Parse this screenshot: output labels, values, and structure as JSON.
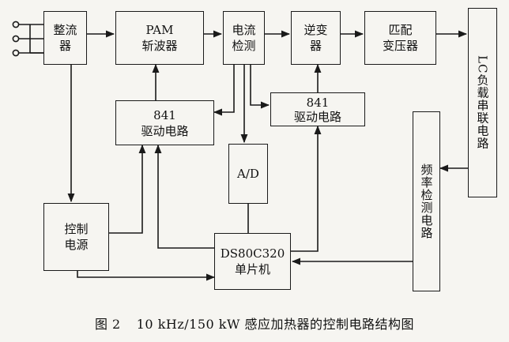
{
  "blocks": {
    "rectifier": [
      "整流",
      "器"
    ],
    "pam_chopper": [
      "PAM",
      "斩波器"
    ],
    "current_detect": [
      "电流",
      "检测"
    ],
    "inverter": [
      "逆变",
      "器"
    ],
    "matching_transformer": [
      "匹配",
      "变压器"
    ],
    "lc_load": "LC负载串联电路",
    "driver_left": [
      "841",
      "驱动电路"
    ],
    "driver_right": [
      "841",
      "驱动电路"
    ],
    "adc": "A/D",
    "control_power": [
      "控制",
      "电源"
    ],
    "mcu": [
      "DS80C320",
      "单片机"
    ],
    "freq_detect": "频率检测电路"
  },
  "caption": {
    "figure_no": "图 2",
    "title": "10 kHz/150 kW 感应加热器的控制电路结构图"
  }
}
